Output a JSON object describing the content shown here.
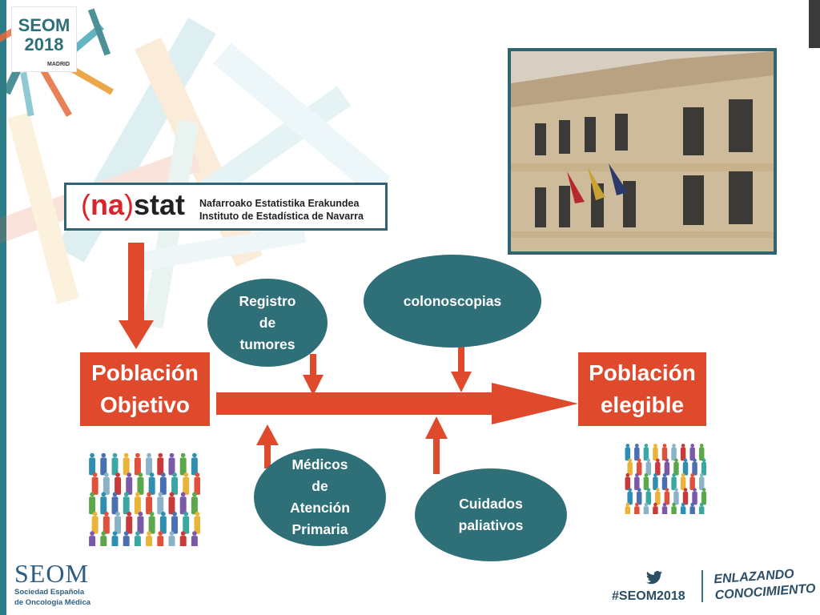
{
  "header": {
    "logo_name": "SEOM",
    "logo_year": "2018",
    "logo_city": "MADRID"
  },
  "source_logo": {
    "mark_open": "(",
    "mark_na": "na",
    "mark_close": ")",
    "mark_stat": "stat",
    "line1": "Nafarroako Estatistika Erakundea",
    "line2": "Instituto de Estadística de Navarra"
  },
  "diagram": {
    "start_box": {
      "line1": "Población",
      "line2": "Objetivo"
    },
    "end_box": {
      "line1": "Población",
      "line2": "elegible"
    },
    "top_factors": [
      {
        "lines": [
          "Registro",
          "de",
          "tumores"
        ]
      },
      {
        "lines": [
          "colonoscopias"
        ]
      }
    ],
    "bottom_factors": [
      {
        "lines": [
          "Médicos",
          "de",
          "Atención",
          "Primaria"
        ]
      },
      {
        "lines": [
          "Cuidados",
          "paliativos"
        ]
      }
    ]
  },
  "footer": {
    "org_name": "SEOM",
    "org_sub1": "Sociedad Española",
    "org_sub2": "de Oncología Médica",
    "hashtag": "#SEOM2018",
    "slogan1": "ENLAZANDO",
    "slogan2": "CONOCIMIENTO"
  },
  "colors": {
    "accent_red": "#e04a2c",
    "teal": "#2f6f78",
    "brand_blue": "#2e5e84"
  },
  "icons": [
    "twitter-icon",
    "people-crowd-icon",
    "building-photo"
  ]
}
